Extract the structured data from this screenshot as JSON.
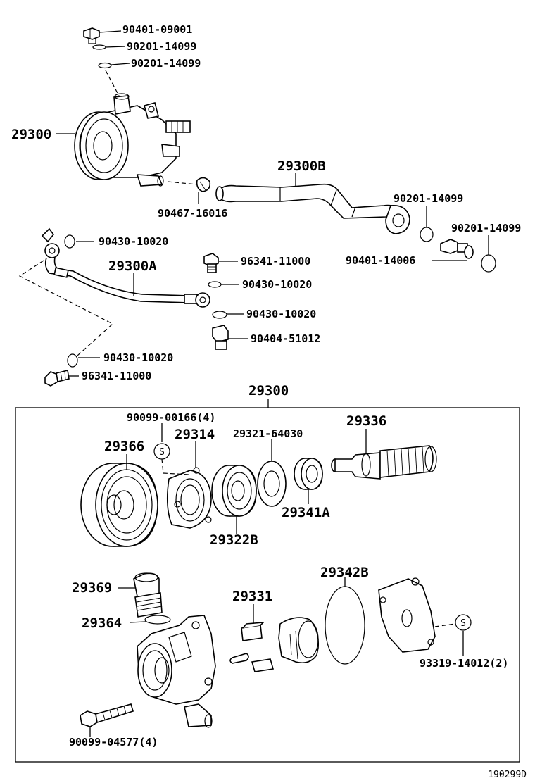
{
  "callouts": {
    "c01": "90401-09001",
    "c02": "90201-14099",
    "c03": "90201-14099",
    "c04": "29300",
    "c05": "90467-16016",
    "c06": "29300B",
    "c07": "90201-14099",
    "c08": "90201-14099",
    "c09": "90401-14006",
    "c10": "90430-10020",
    "c11": "29300A",
    "c12": "96341-11000",
    "c13": "90430-10020",
    "c14": "90430-10020",
    "c15": "90404-51012",
    "c16": "90430-10020",
    "c17": "96341-11000",
    "c18": "29300",
    "c19": "90099-00166(4)",
    "c20": "29314",
    "c21": "29321-64030",
    "c22": "29336",
    "c23": "29366",
    "c24": "29341A",
    "c25": "29322B",
    "c26": "29369",
    "c27": "29331",
    "c28": "29342B",
    "c29": "29364",
    "c30": "93319-14012(2)",
    "c31": "90099-04577(4)"
  },
  "symbols": {
    "s1": "S",
    "s2": "S"
  },
  "figure_id": "190299D"
}
